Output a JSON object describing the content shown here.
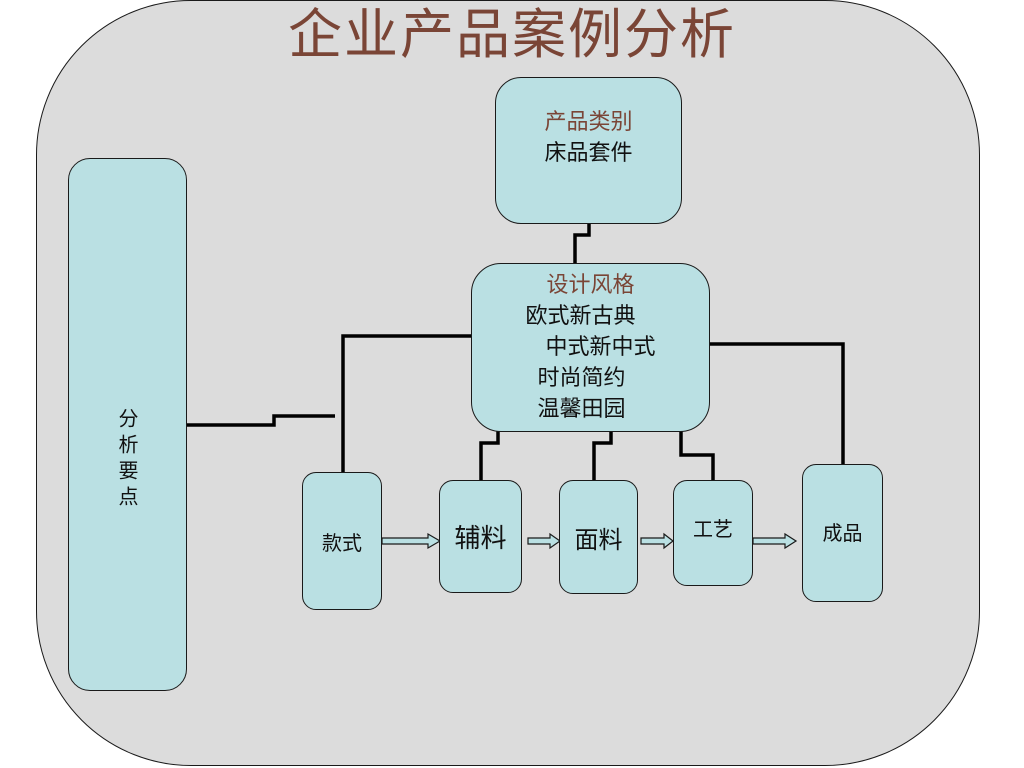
{
  "title": "企业产品案例分析",
  "colors": {
    "accent_text": "#7a4536",
    "box_fill": "#bae0e3",
    "background": "#dcdcdc"
  },
  "analysis_box": {
    "label": "分析要点"
  },
  "category_box": {
    "heading": "产品类别",
    "value": "床品套件"
  },
  "style_box": {
    "heading": "设计风格",
    "items": [
      "欧式新古典",
      "中式新中式",
      "时尚简约",
      "温馨田园"
    ]
  },
  "process_steps": [
    {
      "label": "款式"
    },
    {
      "label": "辅料"
    },
    {
      "label": "面料"
    },
    {
      "label": "工艺"
    },
    {
      "label": "成品"
    }
  ]
}
